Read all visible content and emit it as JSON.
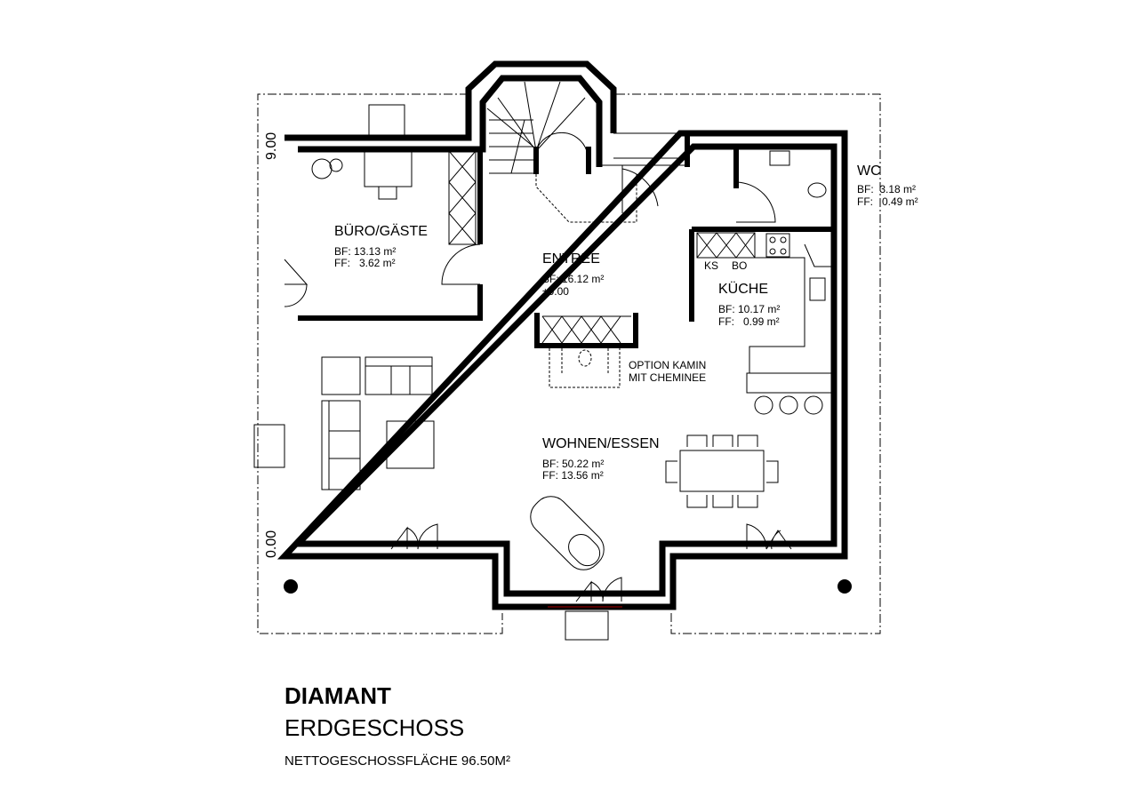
{
  "plan": {
    "dimension_top": "9.00",
    "dimension_bottom": "0.00",
    "rooms": [
      {
        "name": "BÜRO/GÄSTE",
        "line1": "BF: 13.13 m²",
        "line2": "FF:   3.62 m²"
      },
      {
        "name": "ENTREE",
        "line1": "BF: 16.12 m²",
        "line2": "±0.00"
      },
      {
        "name": "KÜCHE",
        "line1": "BF: 10.17 m²",
        "line2": "FF:   0.99 m²"
      },
      {
        "name": "WC",
        "line1": "BF:  3.18 m²",
        "line2": "FF:   0.49 m²"
      },
      {
        "name": "WOHNEN/ESSEN",
        "line1": "BF: 50.22 m²",
        "line2": "FF: 13.56 m²"
      }
    ],
    "kitchen_labels": {
      "ks": "KS",
      "bo": "BO"
    },
    "fireplace_note": {
      "line1": "OPTION KAMIN",
      "line2": "MIT CHEMINEE"
    }
  },
  "title_block": {
    "name": "DIAMANT",
    "floor": "ERDGESCHOSS",
    "net_area": "NETTOGESCHOSSFLÄCHE 96.50M²"
  }
}
